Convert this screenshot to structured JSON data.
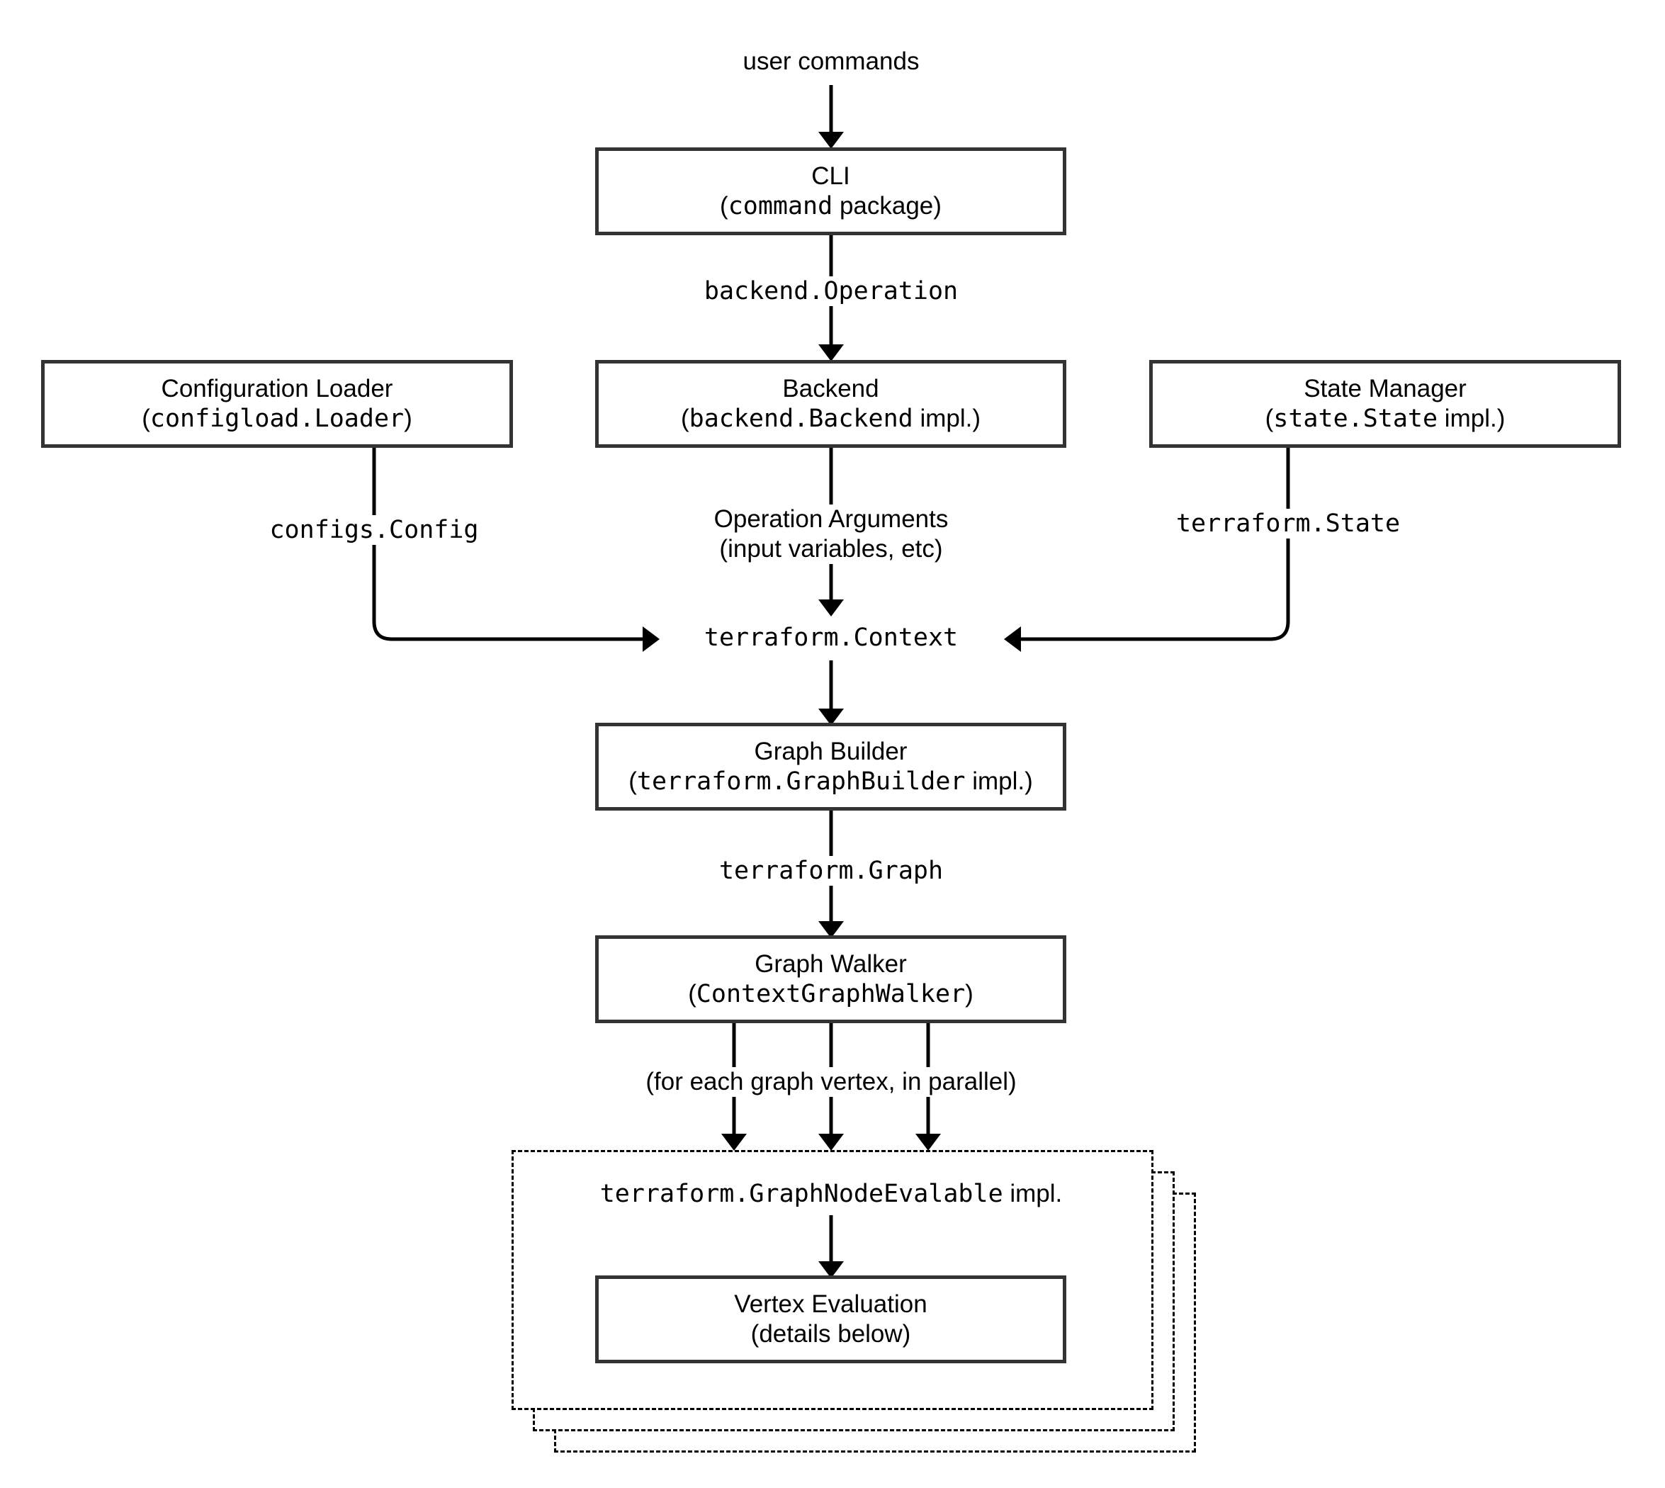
{
  "top_label": "user commands",
  "cli": {
    "title": "CLI",
    "code": "command",
    "suffix": " package"
  },
  "edge_cli_backend": "backend.Operation",
  "config_loader": {
    "title": "Configuration Loader",
    "code": "configload.Loader"
  },
  "backend": {
    "title": "Backend",
    "code": "backend.Backend",
    "suffix": " impl."
  },
  "state_manager": {
    "title": "State Manager",
    "code": "state.State",
    "suffix": " impl."
  },
  "edge_config": "configs.Config",
  "edge_operation_args": {
    "line1": "Operation Arguments",
    "line2": "(input variables, etc)"
  },
  "edge_state": "terraform.State",
  "context": "terraform.Context",
  "graph_builder": {
    "title": "Graph Builder",
    "code": "terraform.GraphBuilder",
    "suffix": " impl."
  },
  "edge_graph": "terraform.Graph",
  "graph_walker": {
    "title": "Graph Walker",
    "code": "ContextGraphWalker"
  },
  "edge_parallel": "(for each graph vertex, in parallel)",
  "evalable": {
    "code": "terraform.GraphNodeEvalable",
    "suffix": " impl."
  },
  "vertex_eval": {
    "title": "Vertex Evaluation",
    "subtitle": "(details below)"
  }
}
